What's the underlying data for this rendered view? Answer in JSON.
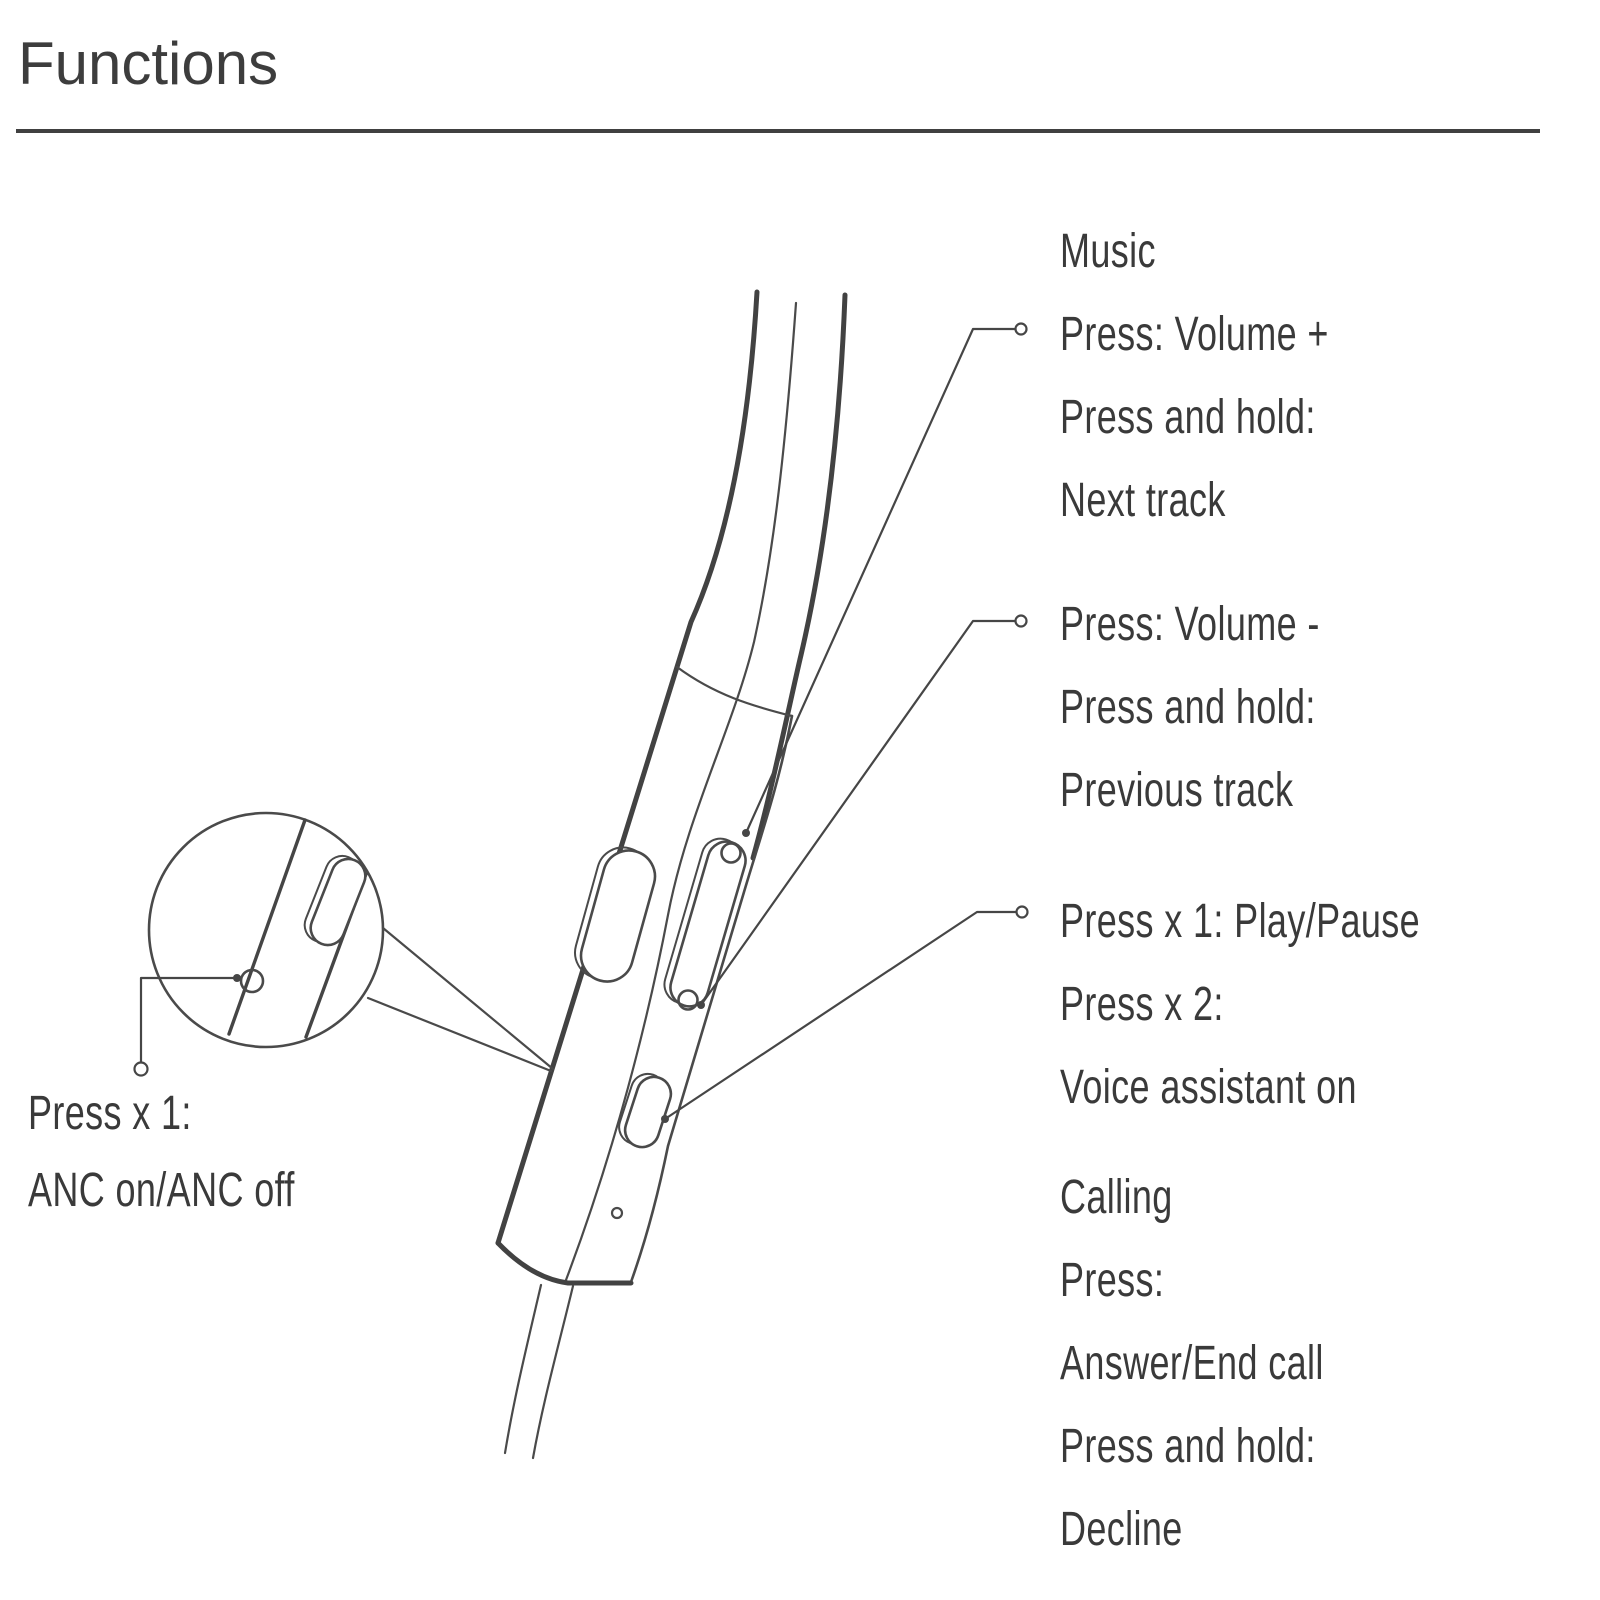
{
  "page": {
    "title": "Functions"
  },
  "labels": {
    "music": [
      "Music",
      "Press: Volume +",
      "Press and hold:",
      "Next track"
    ],
    "volume_down": [
      "Press: Volume -",
      "Press and hold:",
      "Previous track"
    ],
    "play_pause": [
      "Press x 1: Play/Pause",
      "Press x 2:",
      "Voice assistant on"
    ],
    "calling": [
      "Calling",
      "Press:",
      "Answer/End call",
      "Press and hold:",
      "Decline"
    ],
    "anc": [
      "Press x 1:",
      "ANC on/ANC off"
    ]
  },
  "colors": {
    "background": "#ffffff",
    "text": "#3a3a3a",
    "title": "#3d3d3d",
    "line_art": "#464646"
  }
}
